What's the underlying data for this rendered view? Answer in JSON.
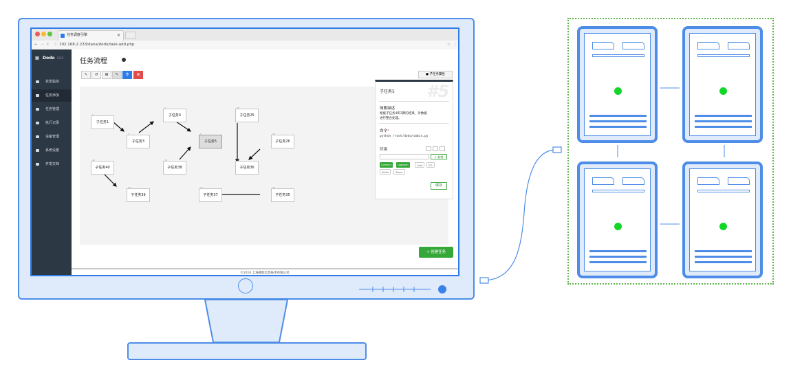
{
  "browser": {
    "tab_title": "任务调度引擎",
    "url": "192.168.2.233/dana/dodo/task-add.php"
  },
  "app": {
    "logo": "Dodo",
    "version": "V3.2",
    "page_title": "任务流程",
    "sidebar": [
      {
        "label": "状态监控",
        "icon": "monitor-icon"
      },
      {
        "label": "任务添加",
        "icon": "add-icon"
      },
      {
        "label": "任务管理",
        "icon": "list-icon"
      },
      {
        "label": "执行记录",
        "icon": "record-icon"
      },
      {
        "label": "设备管理",
        "icon": "device-icon"
      },
      {
        "label": "系统设置",
        "icon": "settings-icon"
      },
      {
        "label": "开发文档",
        "icon": "doc-icon"
      }
    ],
    "toolbar": {
      "properties_button": "● 子任务属性"
    },
    "nodes": {
      "n1": {
        "num": "1",
        "label": "子任务1"
      },
      "n3": {
        "num": "3",
        "label": "子任务3"
      },
      "n4": {
        "num": "4",
        "label": "子任务4"
      },
      "n5": {
        "num": "5",
        "label": "子任务5"
      },
      "n38": {
        "num": "38",
        "label": "子任务38"
      },
      "n25": {
        "num": "25",
        "label": "子任务25"
      },
      "n26": {
        "num": "26",
        "label": "子任务26"
      },
      "n36": {
        "num": "36",
        "label": "子任务36"
      },
      "n40": {
        "num": "40",
        "label": "子任务40"
      },
      "n39": {
        "num": "39",
        "label": "子任务39"
      },
      "n37": {
        "num": "37",
        "label": "子任务37"
      },
      "n35": {
        "num": "35",
        "label": "子任务35"
      }
    },
    "panel": {
      "title": "子任务5",
      "watermark": "#5",
      "desc_label": "简要描述",
      "desc_text_1": "根据子任务4和3算的结果，对数据",
      "desc_text_2": "进行整合处理。",
      "cmd_label": "命令",
      "cmd_required": "*",
      "cmd_value": "python /root/dodo/cmbin.py",
      "env_label": "环境",
      "env_add": "+ 新增",
      "tags": [
        "Comend",
        "Logstash",
        "Crab",
        "ETL",
        "Kettle",
        "Storm"
      ],
      "save_button": "保存"
    },
    "create_button": "+ 创建任务",
    "footer": "©2016 上海德能信息技术有限公司"
  },
  "colors": {
    "accent_blue": "#4d8de8",
    "screen_border": "#2f7be8",
    "sidebar_bg": "#2d3845",
    "green": "#36a83a",
    "led_green": "#13d629",
    "cluster_border": "#5fb64a"
  }
}
